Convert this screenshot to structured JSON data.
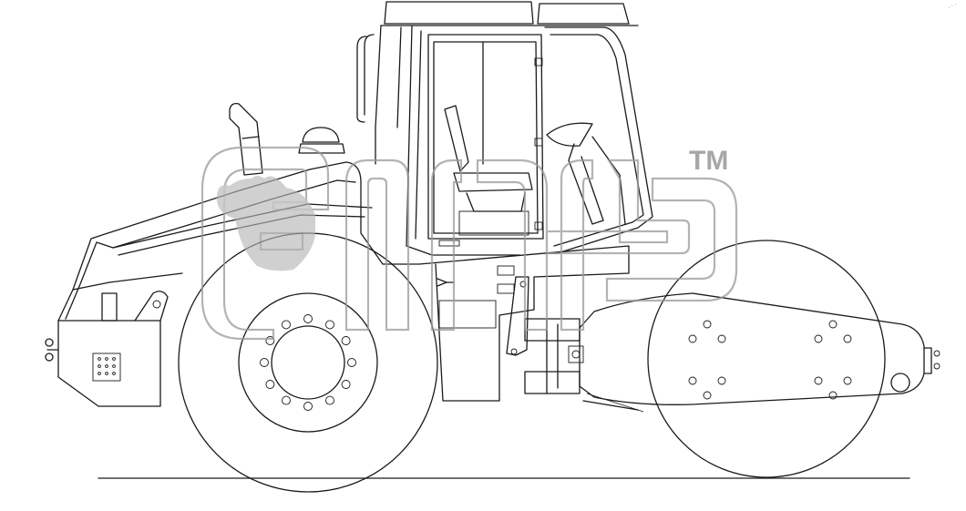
{
  "watermark": {
    "trademark": "TM",
    "outline_color": "#9a9a9a",
    "fill_color": "#b5b5b5",
    "logo_icon": "stylized-letters-logo"
  },
  "corner_mark": {
    "text": "· · ·"
  },
  "drawing": {
    "subject": "single-drum-road-roller-side-view",
    "line_color": "#1a1a1a",
    "background": "#ffffff"
  }
}
